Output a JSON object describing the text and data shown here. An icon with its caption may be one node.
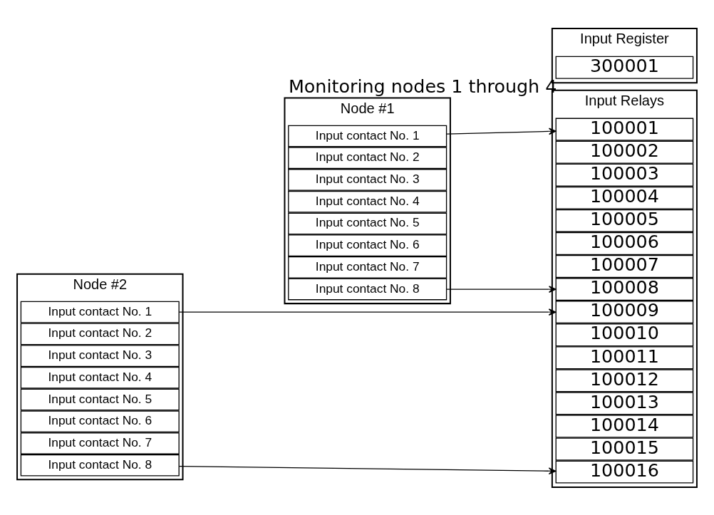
{
  "diagram": {
    "nodes": [
      {
        "text": [
          "Node #1"
        ]
      },
      {
        "text": [
          "Input contact No. 1"
        ],
        "in": 0
      },
      {
        "text": [
          "Input contact No. 2"
        ],
        "in": 0
      },
      {
        "text": [
          "Input contact No. 3"
        ],
        "in": 0
      },
      {
        "text": [
          "Input contact No. 4"
        ],
        "in": 0
      },
      {
        "text": [
          "Input contact No. 5"
        ],
        "in": 0
      },
      {
        "text": [
          "Input contact No. 6"
        ],
        "in": 0
      },
      {
        "text": [
          "Input contact No. 7"
        ],
        "in": 0
      },
      {
        "text": [
          "Input contact No. 8"
        ],
        "in": 0
      },
      {
        "text": [
          "Node #2"
        ]
      },
      {
        "text": [
          "Input contact No. 1"
        ],
        "in": 9
      },
      {
        "text": [
          "Input contact No. 2"
        ],
        "in": 9
      },
      {
        "text": [
          "Input contact No. 3"
        ],
        "in": 9
      },
      {
        "text": [
          "Input contact No. 4"
        ],
        "in": 9
      },
      {
        "text": [
          "Input contact No. 5"
        ],
        "in": 9
      },
      {
        "text": [
          "Input contact No. 6"
        ],
        "in": 9
      },
      {
        "text": [
          "Input contact No. 7"
        ],
        "in": 9
      },
      {
        "text": [
          "Input contact No. 8"
        ],
        "in": 9
      },
      {
        "text": [
          "Input Relays"
        ]
      },
      {
        "text": [
          "100001"
        ],
        "in": 18
      },
      {
        "text": [
          "100002"
        ],
        "in": 18
      },
      {
        "text": [
          "100003"
        ],
        "in": 18
      },
      {
        "text": [
          "100004"
        ],
        "in": 18
      },
      {
        "text": [
          "100005"
        ],
        "in": 18
      },
      {
        "text": [
          "100006"
        ],
        "in": 18
      },
      {
        "text": [
          "100007"
        ],
        "in": 18
      },
      {
        "text": [
          "100008"
        ],
        "in": 18
      },
      {
        "text": [
          "100009"
        ],
        "in": 18
      },
      {
        "text": [
          "100010"
        ],
        "in": 18
      },
      {
        "text": [
          "100011"
        ],
        "in": 18
      },
      {
        "text": [
          "100012"
        ],
        "in": 18
      },
      {
        "text": [
          "100013"
        ],
        "in": 18
      },
      {
        "text": [
          "100014"
        ],
        "in": 18
      },
      {
        "text": [
          "100015"
        ],
        "in": 18
      },
      {
        "text": [
          "100016"
        ],
        "in": 18
      },
      {
        "text": [
          "Input Register"
        ]
      },
      {
        "text": [
          "300001"
        ],
        "in": 35,
        "beside": [
          "Monitoring nodes 1 through 4"
        ]
      }
    ],
    "edges": [
      {
        "from": 1,
        "to": 19,
        "arrow": "to"
      },
      {
        "from": 8,
        "to": 26,
        "arrow": "to"
      },
      {
        "from": 10,
        "to": 27,
        "arrow": "to"
      },
      {
        "from": 17,
        "to": 34,
        "arrow": "to"
      }
    ]
  }
}
